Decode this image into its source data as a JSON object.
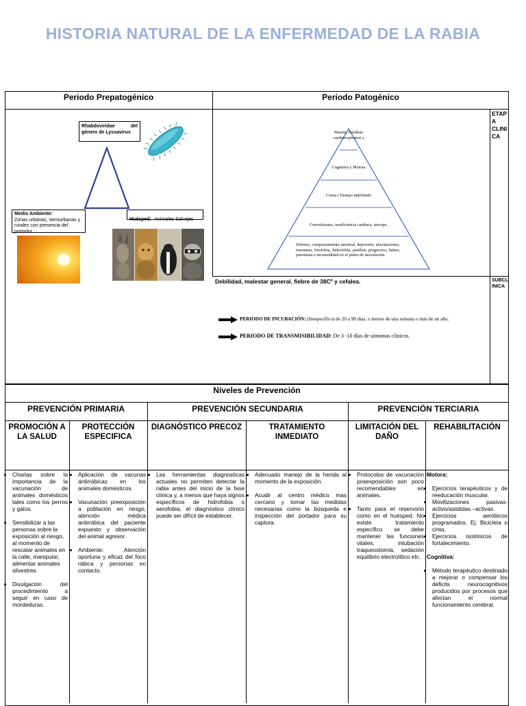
{
  "title": "HISTORIA NATURAL DE LA ENFERMEDAD DE LA RABIA",
  "prepatogenico": {
    "header": "Periodo Prepatogénico",
    "agent": "Rhabdoviridae del género de Lyssavirus",
    "medio_title": "Medio Ambiente:",
    "medio_text": "Zonas urbanas, semiurbanas y rurales con presencia del portador.",
    "huesped_title": "Huésped:",
    "huesped_text": "Animales Salvajes"
  },
  "patogenico": {
    "header": "Periodo Patogénico",
    "etapa_clinica": "ETAP A CLINI CA",
    "subclinica": "SUBCL INICA",
    "pyramid": [
      "Muerte, Parálisis cardiorespiratori a",
      "Cognitiva y Motora",
      "Coma ( Tiempo indefinido",
      "Convulsiones, insuficiencia cardiaca, síncope.",
      "Delirios, comportamiento anormal, depresión, alucinaciones, insomnio, fotofobia, hidrofobia, parálisis progresiva, babeo, parestesia e incomodidad en el punto de inoculación."
    ],
    "subclinical_text": "Debilidad, malestar general, fiebre de 38Cº y cefalea.",
    "incubacion_label": "PERIODO DE INCUBACIÓN:",
    "incubacion_text": "(Inespecífico) de 20 a 90 días, o menos de una semana o más de un año.",
    "transmision_label": "PERIODO DE TRANSMISIBILIDAD:",
    "transmision_text": "De 3 -10 días de síntomas clínicos."
  },
  "niveles": {
    "header": "Niveles de Prevención",
    "primaria": "PREVENCIÓN PRIMARIA",
    "secundaria": "PREVENCIÓN SECUNDARIA",
    "terciaria": "PREVENCIÓN TERCIARIA",
    "columns": [
      "PROMOCIÓN A LA SALUD",
      "PROTECCIÓN ESPECIFICA",
      "DIAGNÓSTICO PRECOZ",
      "TRATAMIENTO INMEDIATO",
      "LIMITACIÓN DEL DAÑO",
      "REHABILITACIÓN"
    ],
    "promocion": [
      "Charlas sobre la importancia de la vacunación de animales domésticos tales como los perros y gatos.",
      "Sensibilizar a las personas sobre la exposición al riesgo, al momento de rescatar animales en la calle, manipular, alimentar animales silvestres.",
      "Divulgación del procedimiento a seguir en caso de mordeduras."
    ],
    "proteccion": [
      "Aplicación de vacunas antirrábicas en los animales domésticos.",
      "Vacunación preexposición a población en riesgo, atención médica antirrábica del paciente expuesto y observación del animal agresor.",
      "Ambiente: Atención oportuna y eficaz del foco rábica y personas en contacto."
    ],
    "diagnostico": [
      "Las herramientas diagnosticas actuales no permiten detectar la rabia antes del inicio de la fase clínica y, a menos que haya signos específicos de hidrofobia o aerofobia, el diagnóstico clínico puede ser difícil de establecer."
    ],
    "tratamiento": [
      "Adecuado manejo de la herida al momento de la exposición.",
      "Acudir al centro médico mas cercano y tomar las medidas necesarias como la búsqueda e inspección del portador para su captura."
    ],
    "limitacion": [
      "Protocolos de vacunación posexposición son poco recomendables en animales.",
      "Tanto para el reservorio como en el huésped. No existe tratamiento específico se debe mantener las funciones vitales, intubación traqueostomía, sedación equilibrio electrolítico etc."
    ],
    "rehab_motora_title": "Motora:",
    "rehab_motora": [
      "Ejercicios terapéuticos y de reeducación muscular.",
      "Movilizaciones pasivas-activo/asistidas –activas.",
      "Ejercicios aeróbicos programados. Ej: Bicicleta o cinta.",
      "Ejercicios isotónicos de fortalecimiento."
    ],
    "rehab_cognitiva_title": "Cognitiva:",
    "rehab_cognitiva": [
      "Método terapéutico destinado a mejorar o compensar los déficits neurocognitivos producidos por procesos que afectan el normal funcionamiento cerebral."
    ]
  },
  "colors": {
    "title": "#9ab0dc",
    "triangle": "#2d3f8f",
    "pyramid": "#4a72c4",
    "virus": "#38b5c8"
  }
}
